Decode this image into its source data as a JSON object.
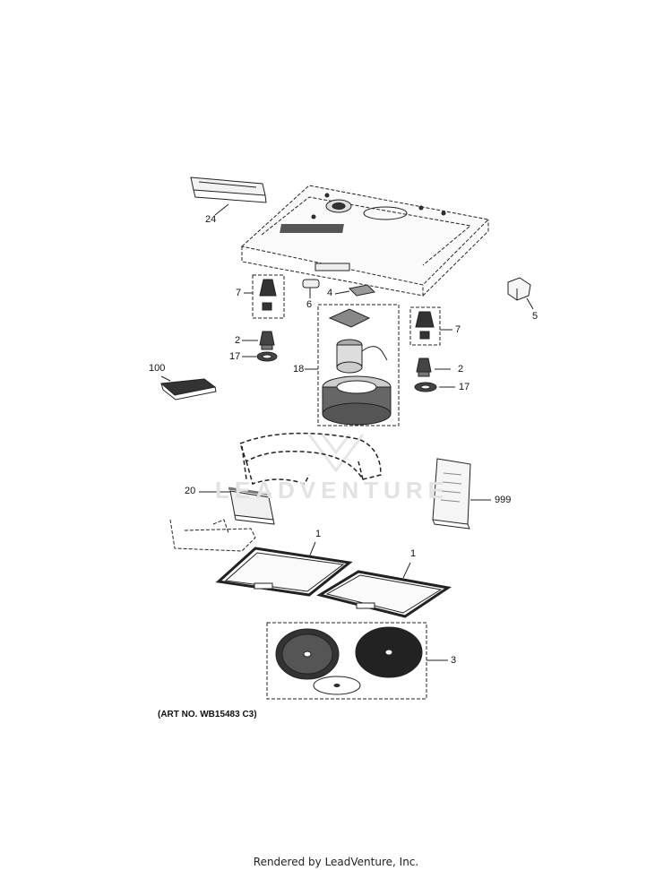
{
  "callouts": {
    "c24": "24",
    "c7a": "7",
    "c6": "6",
    "c4": "4",
    "c5": "5",
    "c2a": "2",
    "c17a": "17",
    "c18": "18",
    "c7b": "7",
    "c2b": "2",
    "c17b": "17",
    "c100": "100",
    "c20": "20",
    "c999": "999",
    "c1a": "1",
    "c1b": "1",
    "c3": "3"
  },
  "art_number": "(ART NO. WB15483 C3)",
  "watermark": "LEADVENTURE",
  "footer": "Rendered by LeadVenture, Inc."
}
